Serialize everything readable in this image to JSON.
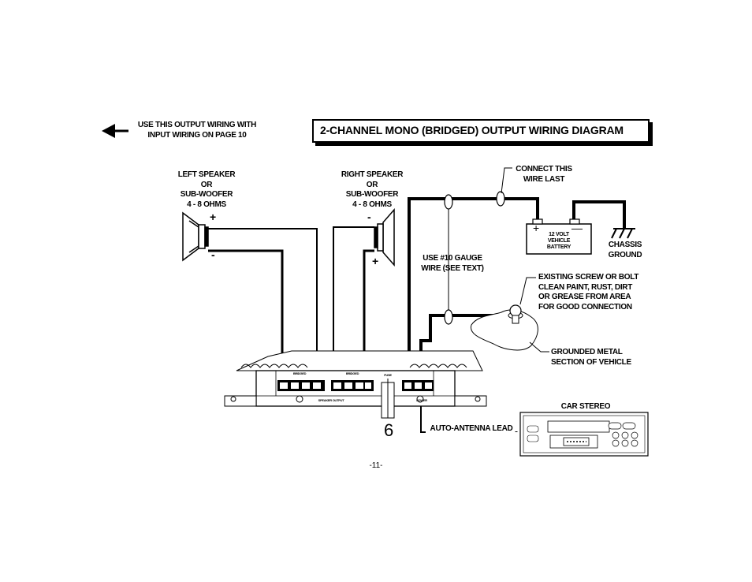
{
  "nav_note": {
    "line1": "USE THIS OUTPUT WIRING WITH",
    "line2": "INPUT WIRING ON PAGE 10"
  },
  "title": "2-CHANNEL MONO (BRIDGED) OUTPUT WIRING DIAGRAM",
  "left_speaker": {
    "line1": "LEFT SPEAKER",
    "line2": "OR",
    "line3": "SUB-WOOFER",
    "line4": "4 - 8 OHMS",
    "plus": "+",
    "minus": "-"
  },
  "right_speaker": {
    "line1": "RIGHT SPEAKER",
    "line2": "OR",
    "line3": "SUB-WOOFER",
    "line4": "4 - 8 OHMS",
    "minus": "-",
    "plus": "+"
  },
  "connect_last": {
    "line1": "CONNECT THIS",
    "line2": "WIRE LAST"
  },
  "battery": {
    "line1": "12 VOLT",
    "line2": "VEHICLE",
    "line3": "BATTERY",
    "plus": "+",
    "minus": "—"
  },
  "chassis": {
    "line1": "CHASSIS",
    "line2": "GROUND"
  },
  "gauge": {
    "line1": "USE #10 GAUGE",
    "line2": "WIRE (SEE TEXT)"
  },
  "screw_note": {
    "line1": "EXISTING SCREW OR BOLT",
    "line2": "CLEAN PAINT, RUST, DIRT",
    "line3": "OR GREASE FROM  AREA",
    "line4": "FOR GOOD CONNECTION"
  },
  "grounded": {
    "line1": "GROUNDED METAL",
    "line2": "SECTION OF VEHICLE"
  },
  "car_stereo": "CAR STEREO",
  "antenna": "AUTO-ANTENNA LEAD",
  "fuse_number": "6",
  "amp_labels": {
    "bridged1": "BRIDGED",
    "bridged2": "BRIDGED",
    "fuse": "FUSE",
    "speaker_output": "SPEAKER OUTPUT",
    "power": "POWER"
  },
  "page_number": "-11-"
}
